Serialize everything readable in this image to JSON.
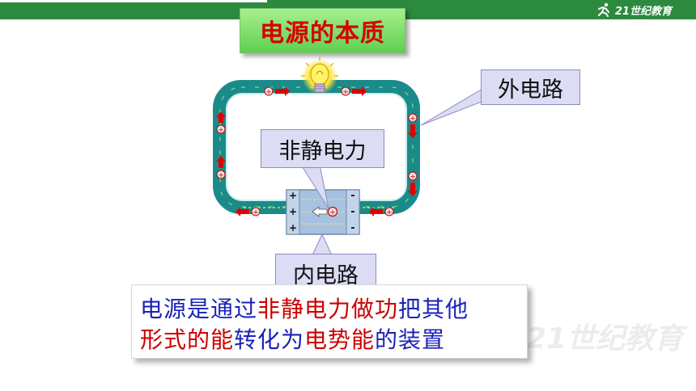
{
  "header": {
    "logo_text": "21世纪教育"
  },
  "title": "电源的本质",
  "labels": {
    "outer_circuit": "外电路",
    "non_electrostatic_force": "非静电力",
    "inner_circuit": "内电路"
  },
  "battery": {
    "positive_marks": [
      "+",
      "+",
      "+"
    ],
    "negative_marks": [
      "-",
      "-",
      "-"
    ]
  },
  "charge_symbol": "⊕",
  "summary": {
    "line1": [
      {
        "text": "电源是通过",
        "color": "blue"
      },
      {
        "text": "非静电力",
        "color": "red"
      },
      {
        "text": "做功",
        "color": "red"
      },
      {
        "text": "把其他",
        "color": "blue"
      }
    ],
    "line2": [
      {
        "text": "形式的能",
        "color": "red"
      },
      {
        "text": "转化为",
        "color": "blue"
      },
      {
        "text": "电势能",
        "color": "red"
      },
      {
        "text": "的装置",
        "color": "blue"
      }
    ]
  },
  "watermark": "21世纪教育",
  "colors": {
    "header_green": "#2c8a3e",
    "wire_teal": "#1b8a8a",
    "title_red": "#d90000",
    "callout_fill": "#dcdcf4",
    "text_blue": "#1a23b8",
    "text_red": "#cc0000"
  }
}
